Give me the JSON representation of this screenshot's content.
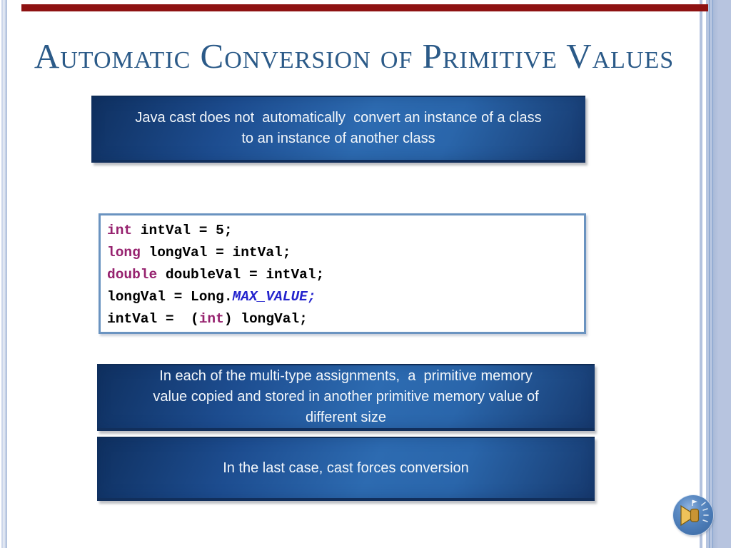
{
  "slide": {
    "accent_bar_color": "#8e1212",
    "title": {
      "text": "Automatic Conversion of Primitive Values",
      "color": "#2b5a88"
    },
    "callouts": [
      {
        "text": "Java cast does not  automatically  convert an instance of a class\nto an instance of another class"
      },
      {
        "text": "In each of the multi-type assignments,  a  primitive memory\nvalue copied and stored in another primitive memory value of\ndifferent size"
      },
      {
        "text": "In the last case, cast forces conversion"
      }
    ],
    "code": {
      "lines": [
        [
          {
            "t": "int",
            "c": "kw"
          },
          {
            "t": " intVal = 5;",
            "c": "pl"
          }
        ],
        [
          {
            "t": "long",
            "c": "kw"
          },
          {
            "t": " longVal = intVal;",
            "c": "pl"
          }
        ],
        [
          {
            "t": "double",
            "c": "kw"
          },
          {
            "t": " doubleVal = intVal;",
            "c": "pl"
          }
        ],
        [
          {
            "t": "longVal = Long.",
            "c": "pl"
          },
          {
            "t": "MAX_VALUE;",
            "c": "const"
          }
        ],
        [
          {
            "t": "intVal =  (",
            "c": "pl"
          },
          {
            "t": "int",
            "c": "kw"
          },
          {
            "t": ") longVal;",
            "c": "pl"
          }
        ]
      ],
      "colors": {
        "kw": "#96216e",
        "const": "#2323cd",
        "pl": "#000000"
      },
      "border_color": "#6a93c0"
    },
    "audio_button": {
      "icon": "speaker"
    },
    "theme": {
      "box_blue_bright": "#2d6bb1",
      "box_blue_dark": "#0f3060",
      "title_blue": "#2b5a88",
      "stripe_light": "#b6c3de",
      "stripe_accent": "#7d9cc9"
    }
  }
}
